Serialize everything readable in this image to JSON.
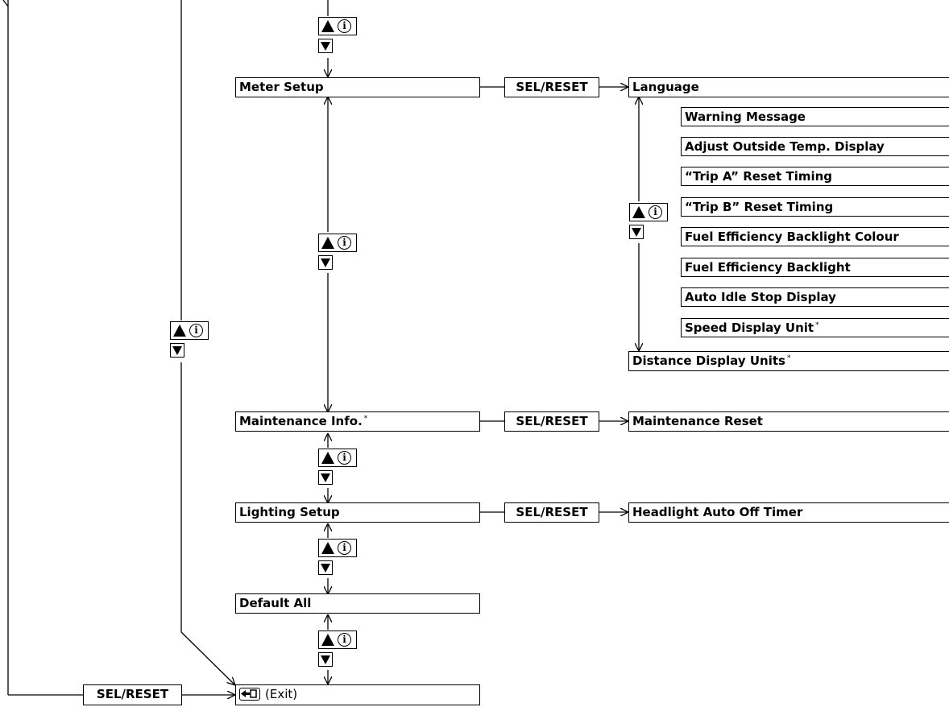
{
  "menu": {
    "meter_setup": "Meter Setup",
    "maintenance_info": "Maintenance Info.",
    "lighting_setup": "Lighting Setup",
    "default_all": "Default All",
    "exit": "(Exit)"
  },
  "asterisk": "*",
  "sel_reset": "SEL/RESET",
  "meter_items": {
    "language": "Language",
    "warning_message": "Warning Message",
    "adjust_outside_temp": "Adjust Outside Temp. Display",
    "trip_a": "“Trip A” Reset Timing",
    "trip_b": "“Trip B” Reset Timing",
    "fuel_colour": "Fuel Efficiency Backlight Colour",
    "fuel_backlight": "Fuel Efficiency Backlight",
    "auto_idle": "Auto Idle Stop Display",
    "speed_unit": "Speed Display Unit",
    "distance_units": "Distance Display Units"
  },
  "maintenance_reset": "Maintenance Reset",
  "headlight_timer": "Headlight Auto Off Timer",
  "icons": {
    "up": "up-triangle-icon",
    "info": "info-icon",
    "down": "down-triangle-icon",
    "exit": "exit-arrow-icon"
  }
}
